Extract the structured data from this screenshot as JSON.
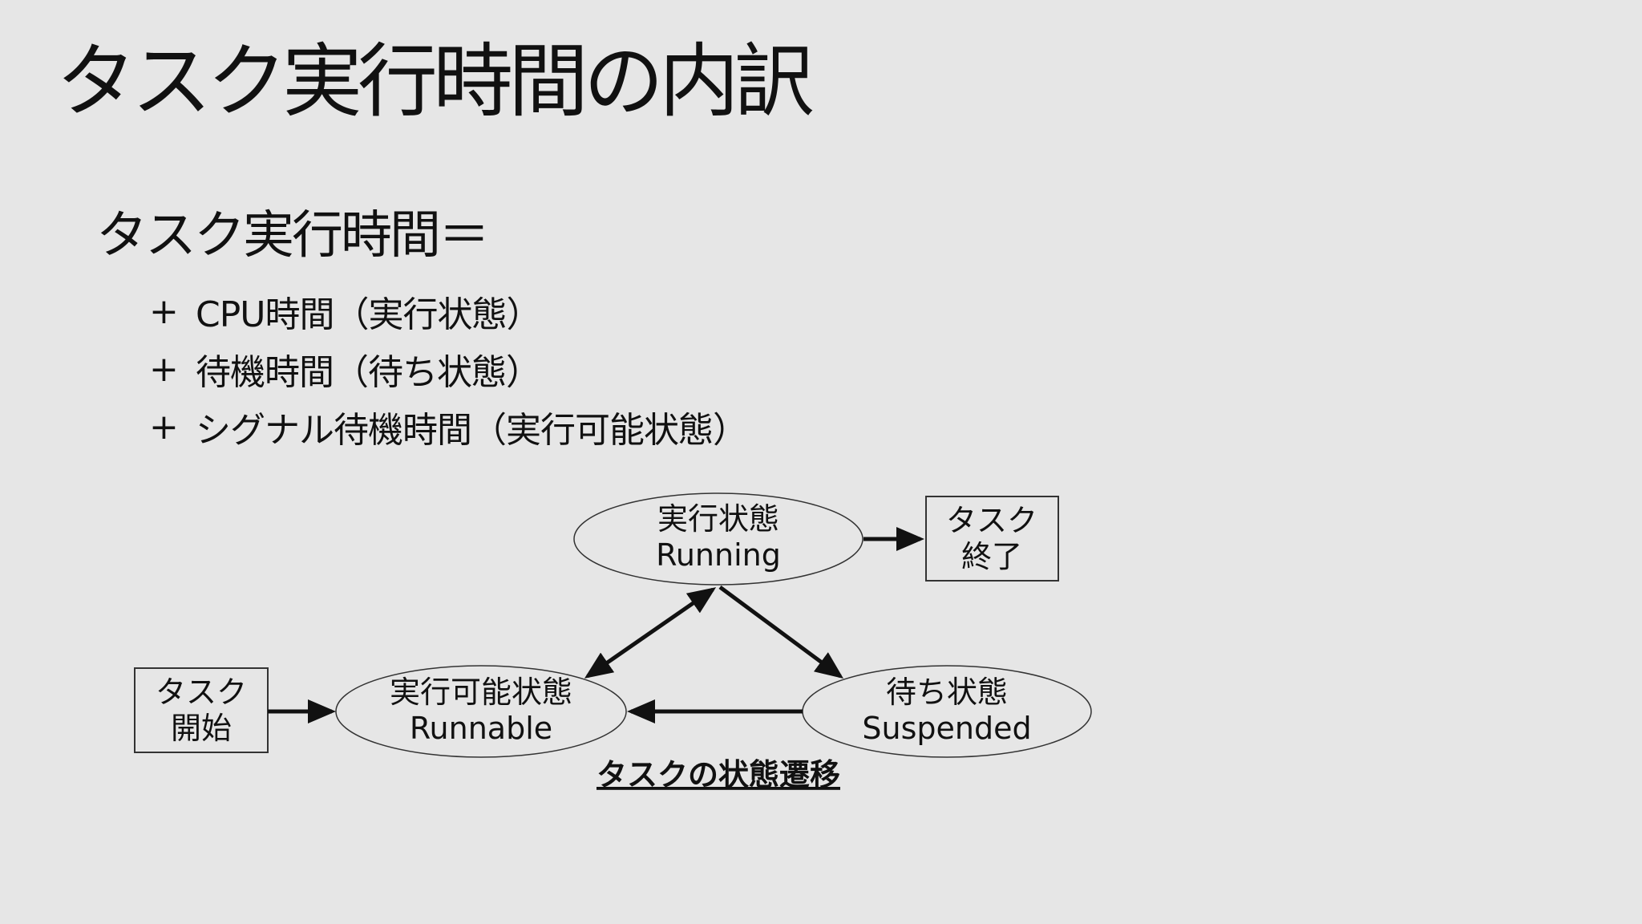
{
  "slide": {
    "title": "タスク実行時間の内訳",
    "formula": "タスク実行時間＝",
    "terms": [
      {
        "sign": "+",
        "text": "CPU時間（実行状態）"
      },
      {
        "sign": "+",
        "text": "待機時間（待ち状態）"
      },
      {
        "sign": "+",
        "text": "シグナル待機時間（実行可能状態）"
      }
    ]
  },
  "diagram": {
    "caption": "タスクの状態遷移",
    "nodes": {
      "start": {
        "line1": "タスク",
        "line2": "開始"
      },
      "end": {
        "line1": "タスク",
        "line2": "終了"
      },
      "running": {
        "jp": "実行状態",
        "en": "Running"
      },
      "runnable": {
        "jp": "実行可能状態",
        "en": "Runnable"
      },
      "suspended": {
        "jp": "待ち状態",
        "en": "Suspended"
      }
    }
  }
}
